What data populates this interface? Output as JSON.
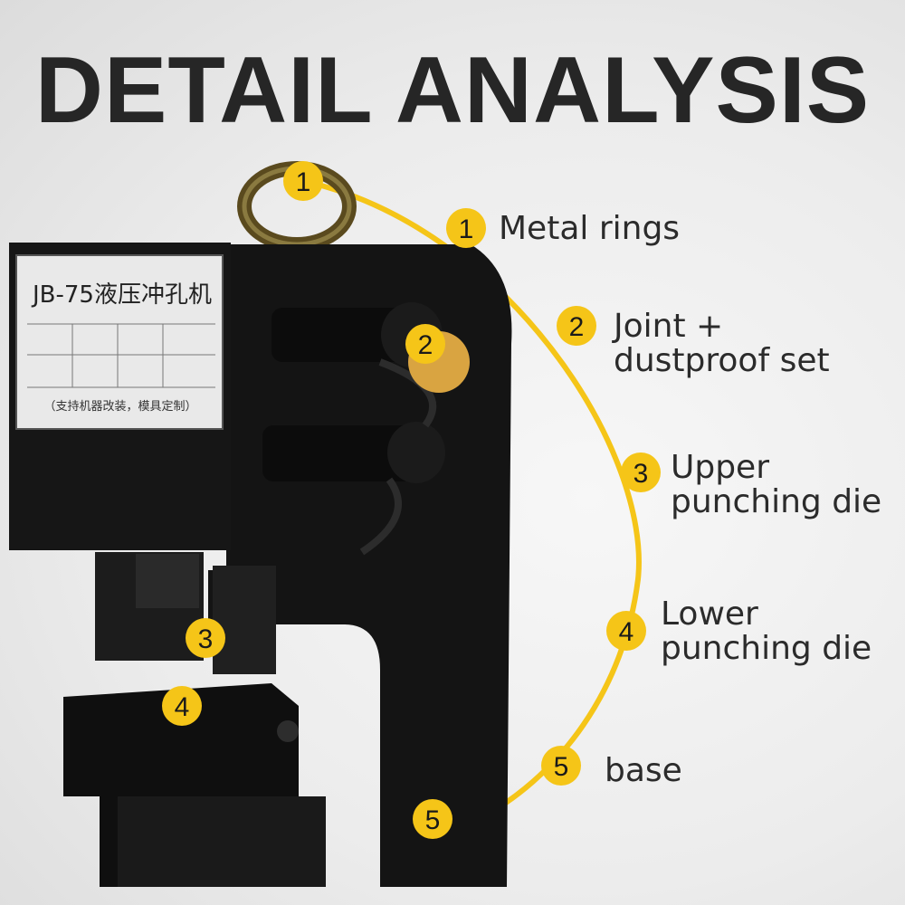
{
  "title": "DETAIL ANALYSIS",
  "colors": {
    "accent": "#f5c518",
    "text": "#2b2b2b",
    "machine": "#111111"
  },
  "nameplate": {
    "heading": "JB-75液压冲孔机",
    "footer": "（支持机器改装，模具定制）"
  },
  "callouts": [
    {
      "number": "1",
      "text": "Metal rings"
    },
    {
      "number": "2",
      "text": "Joint + dustproof set"
    },
    {
      "number": "3",
      "text": "Upper punching die"
    },
    {
      "number": "4",
      "text": "Lower punching die"
    },
    {
      "number": "5",
      "text": "base"
    }
  ],
  "labels": {
    "l1": "Metal rings",
    "l2a": "Joint +",
    "l2b": "dustproof set",
    "l3a": "Upper",
    "l3b": "punching die",
    "l4a": "Lower",
    "l4b": "punching die",
    "l5": "base"
  }
}
